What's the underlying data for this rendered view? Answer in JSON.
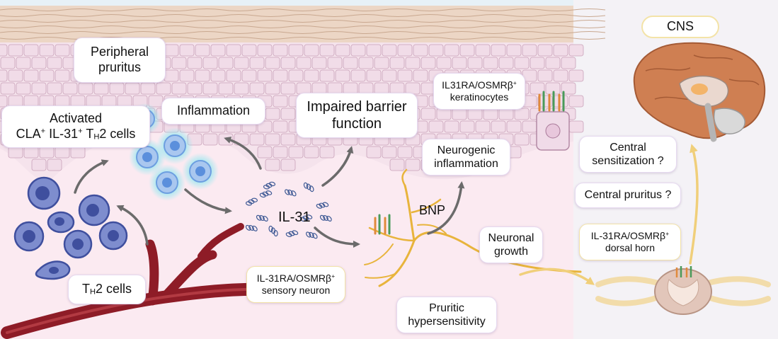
{
  "labels": {
    "peripheral_pruritus": [
      "Peripheral",
      "pruritus"
    ],
    "activated_line1": "Activated",
    "activated_line2": {
      "a": "CLA",
      "a_sup": "+",
      "b": " IL-31",
      "b_sup": "+",
      "c": " T",
      "c_sub": "H",
      "d": "2 cells"
    },
    "inflammation": "Inflammation",
    "impaired_barrier": [
      "Impaired barrier",
      "function"
    ],
    "keratinocytes_receptor": {
      "main": "IL31RA/OSMRβ",
      "sup": "+",
      "line2": "keratinocytes"
    },
    "neurogenic_inflammation": [
      "Neurogenic",
      "inflammation"
    ],
    "il31": "IL-31",
    "bnp": "BNP",
    "neuronal_growth": [
      "Neuronal",
      "growth"
    ],
    "sensory_neuron": {
      "main": "IL-31RA/OSMRβ",
      "sup": "+",
      "line2": "sensory neuron"
    },
    "pruritic_hypersensitivity": [
      "Pruritic",
      "hypersensitivity"
    ],
    "th2_cells": {
      "a": "T",
      "sub": "H",
      "b": "2 cells"
    },
    "cns": "CNS",
    "central_sensitization": [
      "Central",
      "sensitization ?"
    ],
    "central_pruritus": "Central pruritus ?",
    "dorsal_horn": {
      "main": "IL-31RA/OSMRβ",
      "sup": "+",
      "line2": "dorsal horn"
    }
  },
  "colors": {
    "skin_layer": "#f5e3ec",
    "keratinocyte_fill": "#f1dce8",
    "keratinocyte_edge": "#c9a2b9",
    "stratum_corneum": "#ecd6c5",
    "dermis": "#fbeaf1",
    "cns_panel": "#f4f2f6",
    "th2_cell": "#3f4f9e",
    "activated_glow": "#8fe8f0",
    "blood_vessel": "#8e1c27",
    "neuron": "#e8b43c",
    "arrow": "#6b6b6b",
    "brain": "#cf7f52",
    "spinal_cord": "#e2c6ba",
    "box_border_lavender": "#e6d9f0",
    "box_border_yellow": "#f3e3a8"
  }
}
